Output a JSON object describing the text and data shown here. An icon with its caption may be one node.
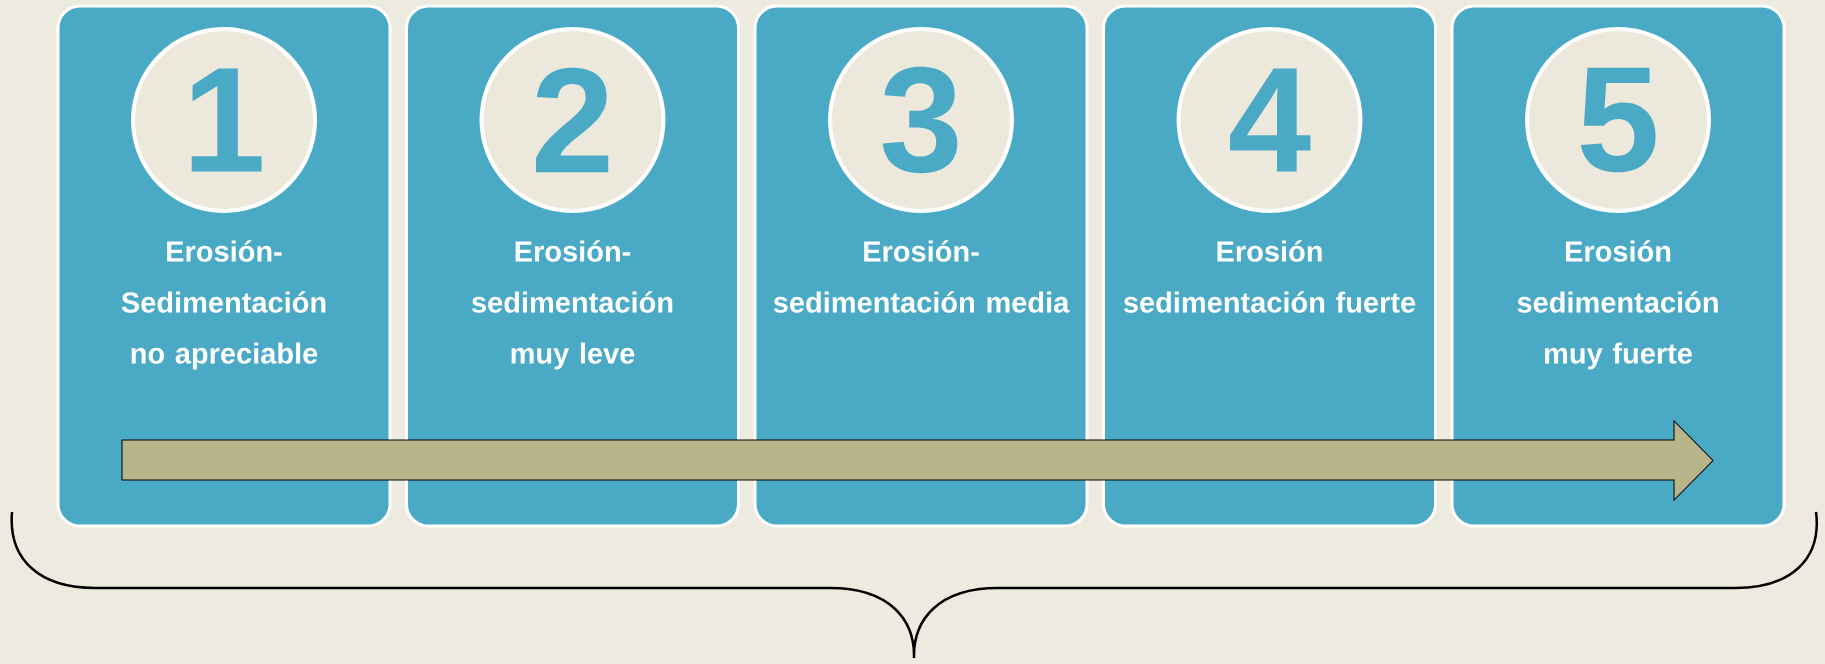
{
  "diagram": {
    "nodes": [
      {
        "text": [
          "Erosión- Sedimentación no apreciable"
        ]
      },
      {
        "text": [
          "1"
        ],
        "in": 0
      },
      {
        "text": [
          "Erosión- sedimentación muy leve"
        ]
      },
      {
        "text": [
          "2"
        ],
        "in": 2
      },
      {
        "text": [
          "Erosión- sedimentación media"
        ]
      },
      {
        "text": [
          "3"
        ],
        "in": 4
      },
      {
        "text": [
          "Erosión sedimentación fuerte"
        ]
      },
      {
        "text": [
          "4"
        ],
        "in": 6
      },
      {
        "text": [
          "Erosión sedimentación muy fuerte"
        ]
      },
      {
        "text": [
          "5"
        ],
        "in": 8
      }
    ]
  }
}
